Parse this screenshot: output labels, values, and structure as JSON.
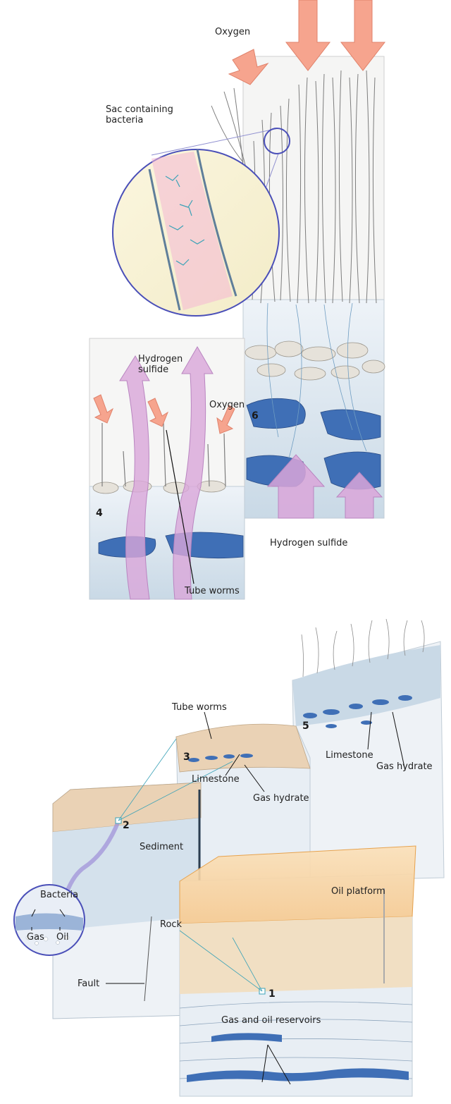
{
  "colors": {
    "sea_blue": "#c9d9e6",
    "deep_blue": "#3f6fb6",
    "limestone": "#e6e2da",
    "sediment_sand": "#ead2b5",
    "oxygen_arrow": "#f6a48e",
    "sulfide_arrow": "#d9a6d9",
    "platform_orange": "#f6c98f",
    "bacteria_pink": "#f4b6d4",
    "circle_outline": "#4a4fb8"
  },
  "top_panel": {
    "labels": {
      "oxygen_top": "Oxygen",
      "sac": "Sac containing bacteria",
      "hydrogen_sulfide_left": "Hydrogen sulfide",
      "oxygen_left": "Oxygen",
      "hydrogen_sulfide_right": "Hydrogen sulfide",
      "tube_worms": "Tube worms"
    },
    "numbers": {
      "four": "4",
      "six": "6"
    }
  },
  "bottom_panel": {
    "labels": {
      "tube_worms": "Tube worms",
      "limestone_mid": "Limestone",
      "gas_hydrate_mid": "Gas hydrate",
      "limestone_right": "Limestone",
      "gas_hydrate_right": "Gas hydrate",
      "sediment": "Sediment",
      "rock": "Rock",
      "fault": "Fault",
      "bacteria": "Bacteria",
      "gas": "Gas",
      "oil": "Oil",
      "oil_platform": "Oil platform",
      "reservoirs": "Gas and oil reservoirs"
    },
    "numbers": {
      "one": "1",
      "two": "2",
      "three": "3",
      "five": "5"
    }
  }
}
